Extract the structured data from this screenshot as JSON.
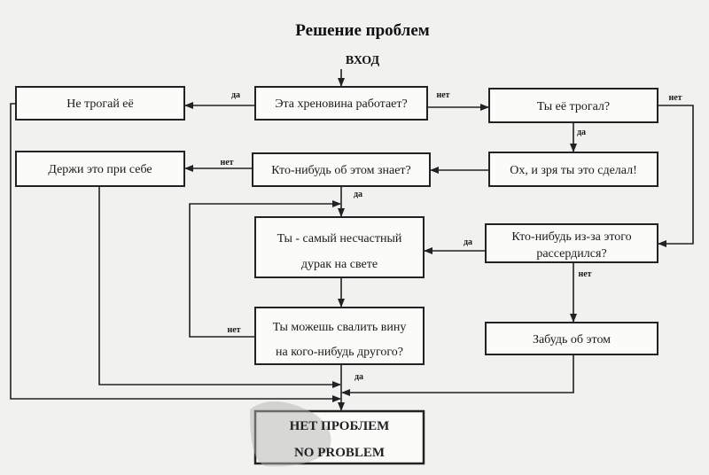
{
  "title": "Решение проблем",
  "entry": "ВХОД",
  "nodes": {
    "dont_touch": "Не трогай её",
    "does_it_work": "Эта хреновина работает?",
    "did_you_touch": "Ты её трогал?",
    "keep_to_yourself": "Держи это при себе",
    "anyone_knows": "Кто-нибудь об этом знает?",
    "shouldnt_have": "Ох, и зря ты это сделал!",
    "unlucky_fool_1": "Ты - самый несчастный",
    "unlucky_fool_2": "дурак на свете",
    "anyone_angry_1": "Кто-нибудь из-за этого",
    "anyone_angry_2": "рассердился?",
    "blame_1": "Ты можешь свалить вину",
    "blame_2": "на кого-нибудь другого?",
    "forget_it": "Забудь об этом",
    "no_problem_ru": "НЕТ ПРОБЛЕМ",
    "no_problem_en": "NO PROBLEM"
  },
  "labels": {
    "yes": "да",
    "no": "нет"
  }
}
